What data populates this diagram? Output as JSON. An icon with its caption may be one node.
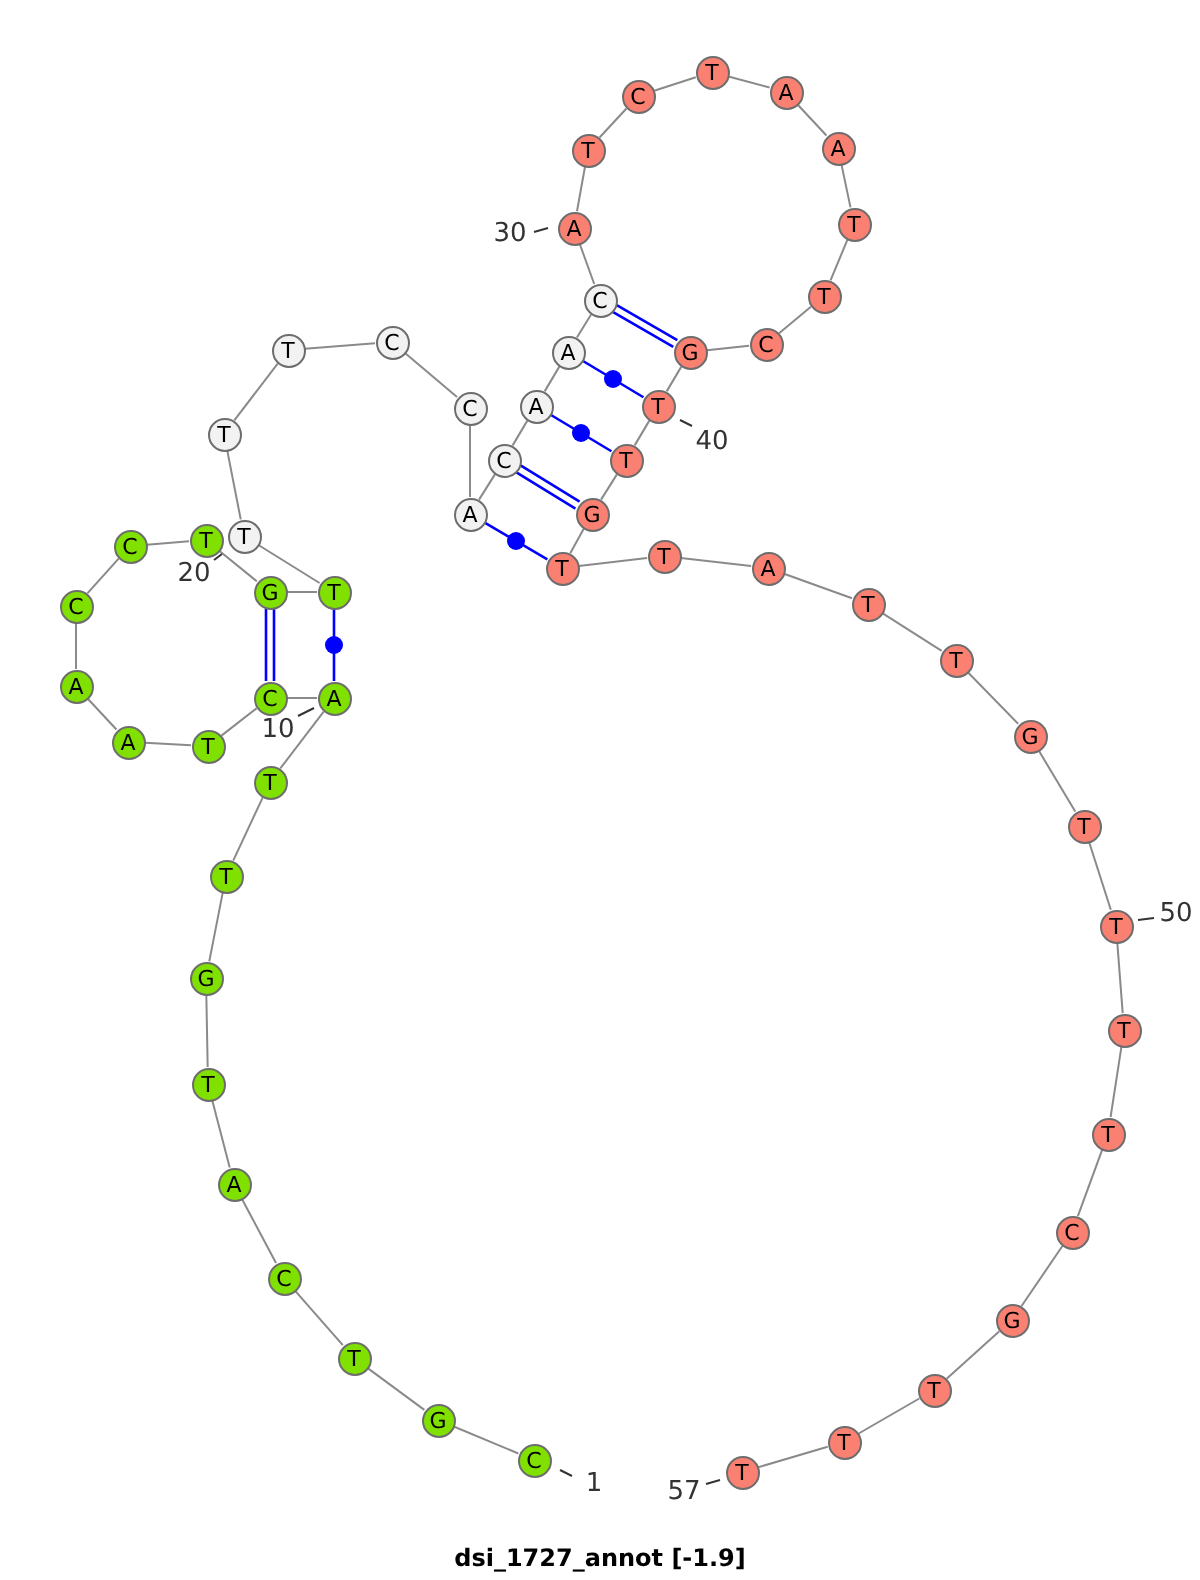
{
  "diagram": {
    "title": "dsi_1727_annot [-1.9]",
    "nodes": [
      {
        "text": [
          "C"
        ],
        "beside": [
          "1"
        ]
      },
      {
        "text": [
          "G"
        ]
      },
      {
        "text": [
          "T"
        ]
      },
      {
        "text": [
          "C"
        ]
      },
      {
        "text": [
          "A"
        ]
      },
      {
        "text": [
          "T"
        ]
      },
      {
        "text": [
          "G"
        ]
      },
      {
        "text": [
          "T"
        ]
      },
      {
        "text": [
          "T"
        ]
      },
      {
        "text": [
          "A"
        ]
      },
      {
        "text": [
          "C"
        ]
      },
      {
        "text": [
          "T"
        ]
      },
      {
        "text": [
          "A"
        ]
      },
      {
        "text": [
          "A"
        ]
      },
      {
        "text": [
          "C"
        ]
      },
      {
        "text": [
          "C"
        ]
      },
      {
        "text": [
          "T"
        ]
      },
      {
        "text": [
          "G"
        ]
      },
      {
        "text": [
          "T"
        ]
      },
      {
        "text": [
          "T"
        ]
      },
      {
        "text": [
          "T"
        ]
      },
      {
        "text": [
          "T"
        ]
      },
      {
        "text": [
          "C"
        ]
      },
      {
        "text": [
          "C"
        ]
      },
      {
        "text": [
          "A"
        ]
      },
      {
        "text": [
          "C"
        ]
      },
      {
        "text": [
          "A"
        ]
      },
      {
        "text": [
          "A"
        ]
      },
      {
        "text": [
          "C"
        ]
      },
      {
        "text": [
          "A"
        ],
        "beside": [
          "30"
        ]
      },
      {
        "text": [
          "T"
        ]
      },
      {
        "text": [
          "C"
        ]
      },
      {
        "text": [
          "T"
        ]
      },
      {
        "text": [
          "A"
        ]
      },
      {
        "text": [
          "A"
        ]
      },
      {
        "text": [
          "T"
        ]
      },
      {
        "text": [
          "T"
        ]
      },
      {
        "text": [
          "C"
        ]
      },
      {
        "text": [
          "G"
        ]
      },
      {
        "text": [
          "T"
        ],
        "beside": [
          "40"
        ]
      },
      {
        "text": [
          "T"
        ]
      },
      {
        "text": [
          "G"
        ]
      },
      {
        "text": [
          "T"
        ]
      },
      {
        "text": [
          "T"
        ]
      },
      {
        "text": [
          "A"
        ]
      },
      {
        "text": [
          "T"
        ]
      },
      {
        "text": [
          "T"
        ]
      },
      {
        "text": [
          "G"
        ]
      },
      {
        "text": [
          "T"
        ]
      },
      {
        "text": [
          "T"
        ],
        "beside": [
          "50"
        ]
      },
      {
        "text": [
          "T"
        ]
      },
      {
        "text": [
          "T"
        ]
      },
      {
        "text": [
          "C"
        ]
      },
      {
        "text": [
          "G"
        ]
      },
      {
        "text": [
          "T"
        ]
      },
      {
        "text": [
          "T"
        ]
      },
      {
        "text": [
          "T"
        ],
        "beside": [
          "57"
        ]
      }
    ],
    "edges": [
      {
        "from": 0,
        "to": 1,
        "arrow": "none"
      },
      {
        "from": 1,
        "to": 2,
        "arrow": "none"
      },
      {
        "from": 2,
        "to": 3,
        "arrow": "none"
      },
      {
        "from": 3,
        "to": 4,
        "arrow": "none"
      },
      {
        "from": 4,
        "to": 5,
        "arrow": "none"
      },
      {
        "from": 5,
        "to": 6,
        "arrow": "none"
      },
      {
        "from": 6,
        "to": 7,
        "arrow": "none"
      },
      {
        "from": 7,
        "to": 8,
        "arrow": "none"
      },
      {
        "from": 8,
        "to": 9,
        "arrow": "none"
      },
      {
        "from": 9,
        "to": 10,
        "arrow": "none"
      },
      {
        "from": 10,
        "to": 11,
        "arrow": "none"
      },
      {
        "from": 11,
        "to": 12,
        "arrow": "none"
      },
      {
        "from": 12,
        "to": 13,
        "arrow": "none"
      },
      {
        "from": 13,
        "to": 14,
        "arrow": "none"
      },
      {
        "from": 14,
        "to": 15,
        "arrow": "none"
      },
      {
        "from": 15,
        "to": 16,
        "arrow": "none"
      },
      {
        "from": 16,
        "to": 17,
        "arrow": "none"
      },
      {
        "from": 17,
        "to": 18,
        "arrow": "none"
      },
      {
        "from": 18,
        "to": 19,
        "arrow": "none"
      },
      {
        "from": 19,
        "to": 20,
        "arrow": "none"
      },
      {
        "from": 20,
        "to": 21,
        "arrow": "none"
      },
      {
        "from": 21,
        "to": 22,
        "arrow": "none"
      },
      {
        "from": 22,
        "to": 23,
        "arrow": "none"
      },
      {
        "from": 23,
        "to": 24,
        "arrow": "none"
      },
      {
        "from": 24,
        "to": 25,
        "arrow": "none"
      },
      {
        "from": 25,
        "to": 26,
        "arrow": "none"
      },
      {
        "from": 26,
        "to": 27,
        "arrow": "none"
      },
      {
        "from": 27,
        "to": 28,
        "arrow": "none"
      },
      {
        "from": 28,
        "to": 29,
        "arrow": "none"
      },
      {
        "from": 29,
        "to": 30,
        "arrow": "none"
      },
      {
        "from": 30,
        "to": 31,
        "arrow": "none"
      },
      {
        "from": 31,
        "to": 32,
        "arrow": "none"
      },
      {
        "from": 32,
        "to": 33,
        "arrow": "none"
      },
      {
        "from": 33,
        "to": 34,
        "arrow": "none"
      },
      {
        "from": 34,
        "to": 35,
        "arrow": "none"
      },
      {
        "from": 35,
        "to": 36,
        "arrow": "none"
      },
      {
        "from": 36,
        "to": 37,
        "arrow": "none"
      },
      {
        "from": 37,
        "to": 38,
        "arrow": "none"
      },
      {
        "from": 38,
        "to": 39,
        "arrow": "none"
      },
      {
        "from": 39,
        "to": 40,
        "arrow": "none"
      },
      {
        "from": 40,
        "to": 41,
        "arrow": "none"
      },
      {
        "from": 41,
        "to": 42,
        "arrow": "none"
      },
      {
        "from": 42,
        "to": 43,
        "arrow": "none"
      },
      {
        "from": 43,
        "to": 44,
        "arrow": "none"
      },
      {
        "from": 44,
        "to": 45,
        "arrow": "none"
      },
      {
        "from": 45,
        "to": 46,
        "arrow": "none"
      },
      {
        "from": 46,
        "to": 47,
        "arrow": "none"
      },
      {
        "from": 47,
        "to": 48,
        "arrow": "none"
      },
      {
        "from": 48,
        "to": 49,
        "arrow": "none"
      },
      {
        "from": 49,
        "to": 50,
        "arrow": "none"
      },
      {
        "from": 50,
        "to": 51,
        "arrow": "none"
      },
      {
        "from": 51,
        "to": 52,
        "arrow": "none"
      },
      {
        "from": 52,
        "to": 53,
        "arrow": "none"
      },
      {
        "from": 53,
        "to": 54,
        "arrow": "none"
      },
      {
        "from": 54,
        "to": 55,
        "arrow": "none"
      },
      {
        "from": 55,
        "to": 56,
        "arrow": "none"
      },
      {
        "from": 9,
        "to": 18,
        "arrow": "none",
        "color": "#0000ff"
      },
      {
        "from": 10,
        "to": 17,
        "arrow": "none",
        "color": "#0000ff"
      },
      {
        "from": 24,
        "to": 42,
        "arrow": "none",
        "color": "#0000ff"
      },
      {
        "from": 25,
        "to": 41,
        "arrow": "none",
        "color": "#0000ff"
      },
      {
        "from": 26,
        "to": 40,
        "arrow": "none",
        "color": "#0000ff"
      },
      {
        "from": 27,
        "to": 39,
        "arrow": "none",
        "color": "#0000ff"
      },
      {
        "from": 28,
        "to": 38,
        "arrow": "none",
        "color": "#0000ff"
      }
    ],
    "labels": [
      "20",
      "10"
    ]
  }
}
